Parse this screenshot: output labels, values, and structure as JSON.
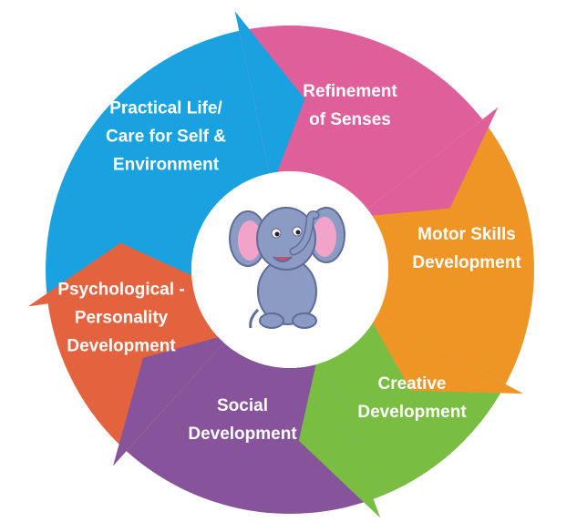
{
  "title": "Montessori Development Cycle",
  "segments": [
    {
      "id": "practical-life",
      "label": "Practical Life/\nCare for Self &\nEnvironment",
      "color": "#1aa1df"
    },
    {
      "id": "refinement-of-senses",
      "label": "Refinement\nof Senses",
      "color": "#df5f9b"
    },
    {
      "id": "motor-skills",
      "label": "Motor Skills\nDevelopment",
      "color": "#ef9526"
    },
    {
      "id": "creative",
      "label": "Creative\nDevelopment",
      "color": "#79bd43"
    },
    {
      "id": "social",
      "label": "Social\nDevelopment",
      "color": "#87549b"
    },
    {
      "id": "psychological",
      "label": "Psychological -\nPersonality\nDevelopment",
      "color": "#e4633f"
    }
  ],
  "center_icon": "elephant-mascot"
}
